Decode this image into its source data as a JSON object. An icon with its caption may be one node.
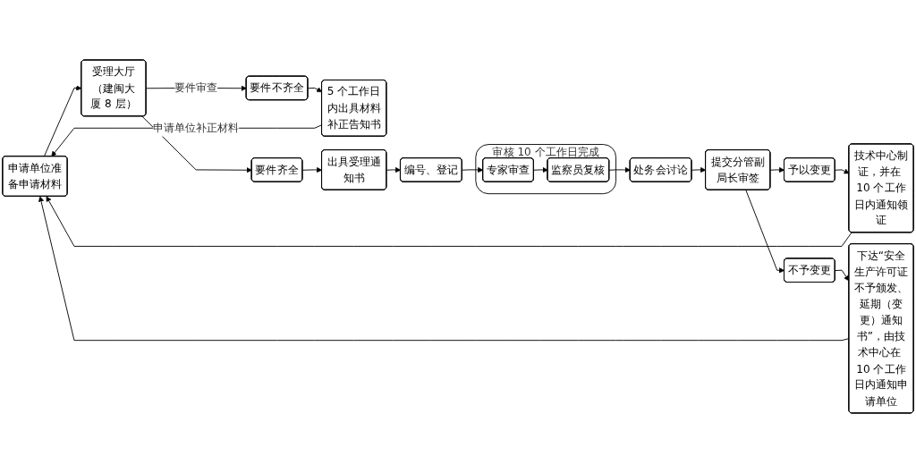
{
  "diagram": {
    "nodes": [
      {
        "text": [
          "申请单位准备申请材料"
        ]
      },
      {
        "text": [
          "受理大厅（建闽大厦 8 层）"
        ]
      },
      {
        "text": [
          "要件不齐全"
        ]
      },
      {
        "text": [
          "要件齐全"
        ]
      },
      {
        "text": [
          "5 个工作日内出具材料补正告知书"
        ]
      },
      {
        "text": [
          "出具受理通知书"
        ]
      },
      {
        "text": [
          "编号、登记"
        ]
      },
      {
        "text": [
          "审核",
          "10 个工作日完成"
        ]
      },
      {
        "text": [
          "专家审查"
        ],
        "in": 7
      },
      {
        "text": [
          "监察员复核"
        ],
        "in": 7
      },
      {
        "text": [
          "处务会讨论"
        ]
      },
      {
        "text": [
          "提交分管副局长审签"
        ]
      },
      {
        "text": [
          "予以变更"
        ]
      },
      {
        "text": [
          "不予变更"
        ]
      },
      {
        "text": [
          "技术中心制证，并在 10 个工作日内通知领证"
        ]
      },
      {
        "text": [
          "下达“安全生产许可证不予颁发、延期（变更）通知书”，由技术中心在 10 个工作日内通知申请单位"
        ]
      }
    ],
    "edges": [
      {
        "from": 0,
        "to": 1,
        "arrow": "to"
      },
      {
        "from": 1,
        "to": 2,
        "arrow": "to",
        "label": "要件审查"
      },
      {
        "from": 1,
        "to": 3,
        "arrow": "to"
      },
      {
        "from": 2,
        "to": 4,
        "arrow": "to"
      },
      {
        "from": 3,
        "to": 5,
        "arrow": "to"
      },
      {
        "from": 4,
        "to": 0,
        "arrow": "to",
        "label": "申请单位补正材料"
      },
      {
        "from": 5,
        "to": 6,
        "arrow": "to"
      },
      {
        "from": 6,
        "to": 8,
        "arrow": "to"
      },
      {
        "from": 8,
        "to": 9,
        "arrow": "to"
      },
      {
        "from": 9,
        "to": 10,
        "arrow": "to"
      },
      {
        "from": 10,
        "to": 11,
        "arrow": "to"
      },
      {
        "from": 11,
        "to": 12,
        "arrow": "to"
      },
      {
        "from": 11,
        "to": 13,
        "arrow": "to"
      },
      {
        "from": 12,
        "to": 14,
        "arrow": "to"
      },
      {
        "from": 13,
        "to": 15,
        "arrow": "to"
      },
      {
        "from": 14,
        "to": 0,
        "arrow": "to"
      },
      {
        "from": 15,
        "to": 0,
        "arrow": "to"
      }
    ]
  }
}
